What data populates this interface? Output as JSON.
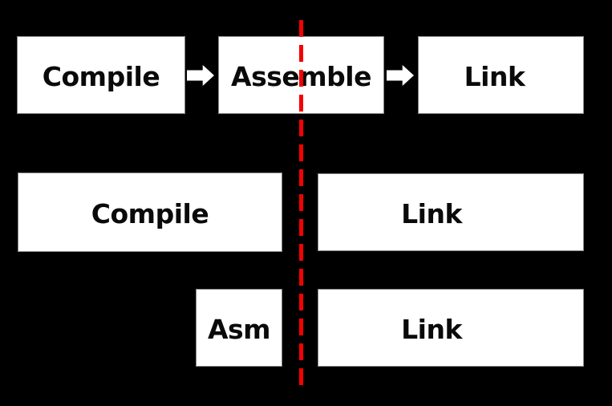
{
  "title": "Compile / Assemble / Link phase diagram",
  "colors": {
    "background": "#000000",
    "box_fill": "#ffffff",
    "box_border": "#848484",
    "text": "#0a0a0a",
    "arrow_fill": "#ffffff",
    "divider": "#f40000"
  },
  "divider": {
    "style": "dashed-vertical",
    "color": "#f40000"
  },
  "rows": {
    "pipeline": {
      "compile": "Compile",
      "assemble": "Assemble",
      "link": "Link"
    },
    "merged_compile": {
      "compile": "Compile",
      "link": "Link"
    },
    "merged_assemble": {
      "asm": "Asm",
      "link": "Link"
    }
  }
}
